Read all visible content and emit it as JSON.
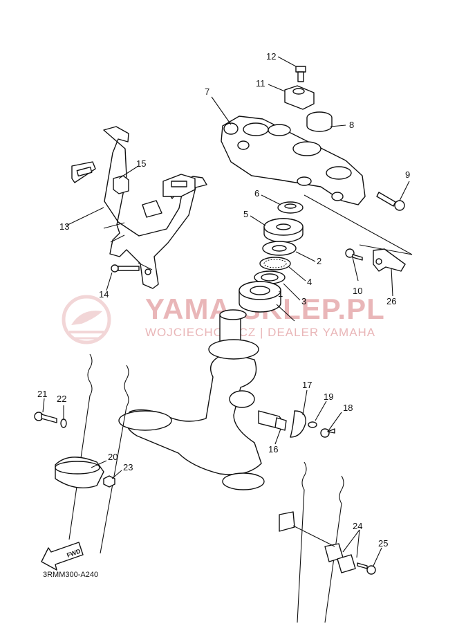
{
  "watermark": {
    "brand": "YAMA-SKLEP.PL",
    "subtitle": "WOJCIECHOWICZ | DEALER YAMAHA",
    "color": "#e9b6b8"
  },
  "diagram": {
    "code": "3RMM300-A240",
    "fwd_label": "FWD",
    "callouts": [
      "1",
      "2",
      "3",
      "4",
      "5",
      "6",
      "7",
      "8",
      "9",
      "10",
      "11",
      "12",
      "13",
      "14",
      "15",
      "16",
      "17",
      "18",
      "19",
      "20",
      "21",
      "22",
      "23",
      "24",
      "25",
      "26"
    ]
  }
}
